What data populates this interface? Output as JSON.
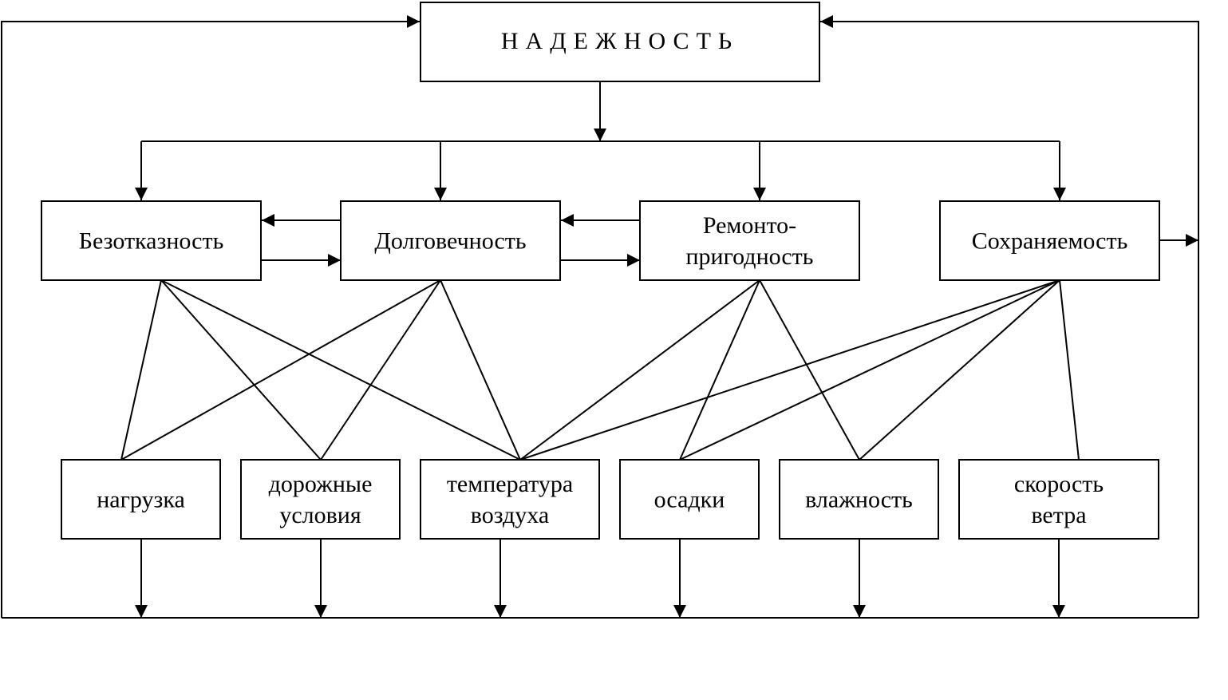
{
  "title": "НАДЕЖНОСТЬ",
  "properties": [
    {
      "id": "bezotkaznost",
      "lines": [
        "Безотказность"
      ]
    },
    {
      "id": "dolgovechnost",
      "lines": [
        "Долговечность"
      ]
    },
    {
      "id": "remontoprigodnost",
      "lines": [
        "Ремонто-",
        "пригодность"
      ]
    },
    {
      "id": "sokhranyaemost",
      "lines": [
        "Сохраняемость"
      ]
    }
  ],
  "factors": [
    {
      "id": "nagruzka",
      "lines": [
        "нагрузка"
      ]
    },
    {
      "id": "dorozhnye-usloviya",
      "lines": [
        "дорожные",
        "условия"
      ]
    },
    {
      "id": "temperatura-vozdukha",
      "lines": [
        "температура",
        "воздуха"
      ]
    },
    {
      "id": "osadki",
      "lines": [
        "осадки"
      ]
    },
    {
      "id": "vlazhnost",
      "lines": [
        "влажность"
      ]
    },
    {
      "id": "skorost-vetra",
      "lines": [
        "скорость",
        "ветра"
      ]
    }
  ],
  "influences": [
    [
      "bezotkaznost",
      "nagruzka"
    ],
    [
      "bezotkaznost",
      "dorozhnye-usloviya"
    ],
    [
      "bezotkaznost",
      "temperatura-vozdukha"
    ],
    [
      "dolgovechnost",
      "nagruzka"
    ],
    [
      "dolgovechnost",
      "dorozhnye-usloviya"
    ],
    [
      "dolgovechnost",
      "temperatura-vozdukha"
    ],
    [
      "remontoprigodnost",
      "temperatura-vozdukha"
    ],
    [
      "remontoprigodnost",
      "osadki"
    ],
    [
      "remontoprigodnost",
      "vlazhnost"
    ],
    [
      "sokhranyaemost",
      "temperatura-vozdukha"
    ],
    [
      "sokhranyaemost",
      "osadki"
    ],
    [
      "sokhranyaemost",
      "vlazhnost"
    ],
    [
      "sokhranyaemost",
      "skorost-vetra"
    ]
  ]
}
